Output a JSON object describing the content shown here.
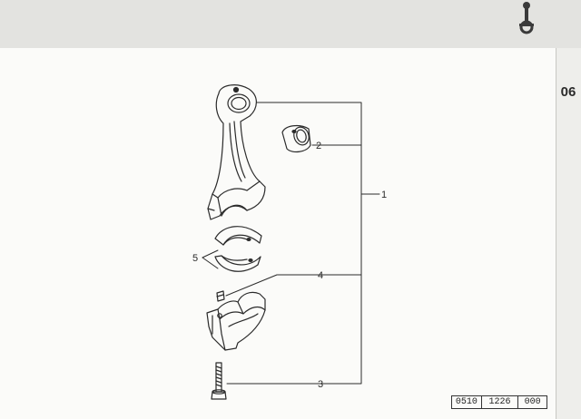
{
  "header": {
    "section_icon": "connecting-rod-icon",
    "section_tab": "06"
  },
  "diagram": {
    "parts": [
      {
        "id": "connecting-rod-assembly",
        "callout": "1"
      },
      {
        "id": "small-end-bushing",
        "callout": "2"
      },
      {
        "id": "rod-bolt",
        "callout": "3"
      },
      {
        "id": "dowel-sleeve",
        "callout": "4"
      },
      {
        "id": "bearing-shells",
        "callout": "5"
      }
    ]
  },
  "footer": {
    "part_number": [
      "0510",
      "1226",
      "000"
    ]
  },
  "colors": {
    "line": "#2b2b2b",
    "header_band": "#e3e3e0",
    "page": "#fbfbf9"
  }
}
